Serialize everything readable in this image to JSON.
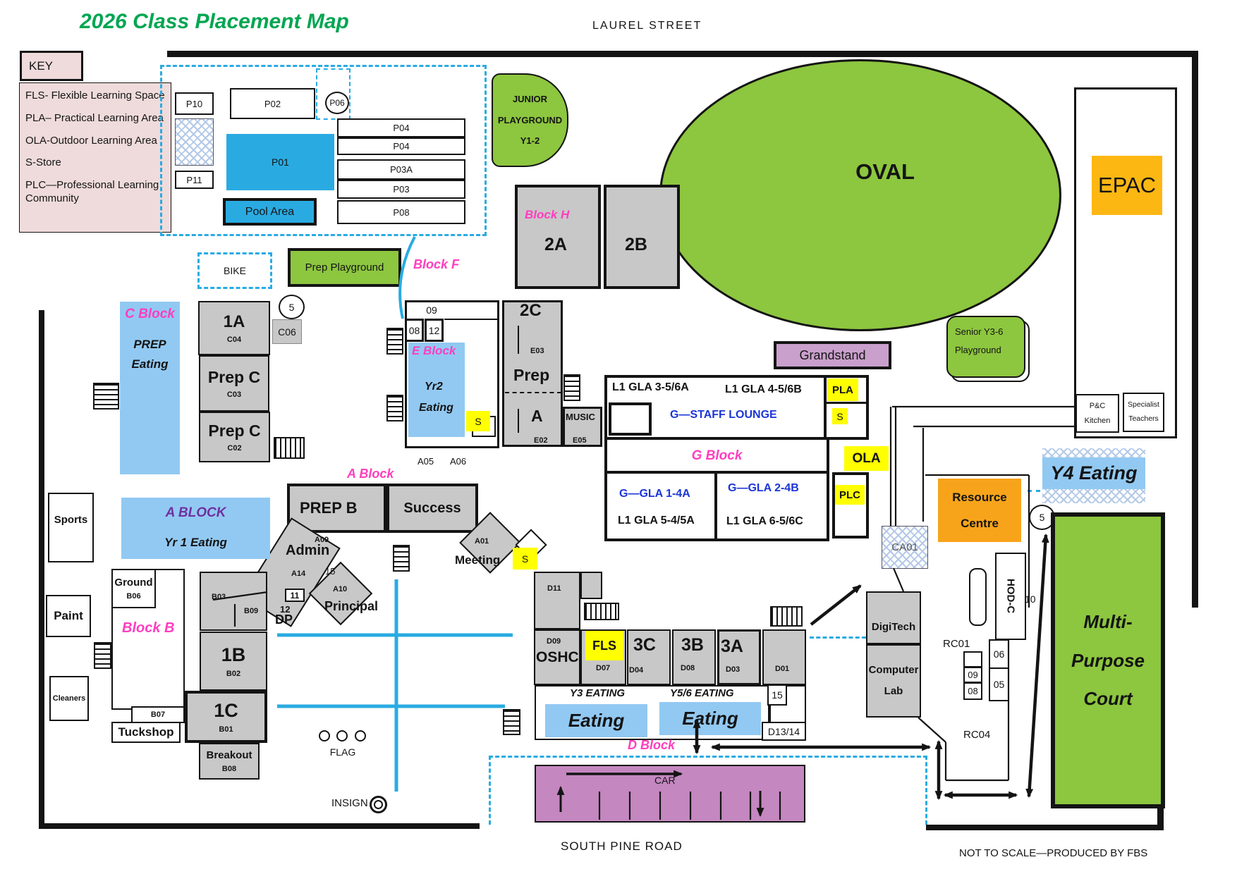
{
  "title": "2026 Class Placement  Map",
  "streets": {
    "laurel": "LAUREL STREET",
    "south_pine": "SOUTH PINE ROAD"
  },
  "footer": "NOT TO SCALE—PRODUCED BY FBS",
  "key": {
    "heading": "KEY",
    "items": [
      "FLS- Flexible Learning Space",
      "PLA– Practical Learning Area",
      "OLA-Outdoor Learning Area",
      "S-Store",
      "PLC—Professional Learning Community"
    ]
  },
  "pool": {
    "p10": "P10",
    "p02": "P02",
    "p06": "P06",
    "p01": "P01",
    "p11": "P11",
    "area": "Pool Area",
    "stack": [
      "P04",
      "P04",
      "P03A",
      "P03",
      "P08"
    ],
    "bike": "BIKE"
  },
  "playgrounds": {
    "junior": "JUNIOR PLAYGROUND Y1-2",
    "prep": "Prep Playground",
    "senior": "Senior Y3-6 Playground"
  },
  "oval": "OVAL",
  "epac": {
    "name": "EPAC",
    "kitchen": "P&C Kitchen",
    "specialist": "Specialist Teachers"
  },
  "block_h": {
    "name": "Block H",
    "r2a": "2A",
    "r2b": "2B"
  },
  "block_f": {
    "name": "Block F"
  },
  "block_c": {
    "name": "C Block",
    "prep": "PREP",
    "eating": "Eating",
    "r1a": "1A",
    "c04": "C04",
    "prep_c1": "Prep C",
    "c03": "C03",
    "prep_c2": "Prep C",
    "c02": "C02",
    "c06": "C06",
    "n5": "5"
  },
  "block_e": {
    "name": "E Block",
    "r09": "09",
    "r08": "08",
    "r12": "12",
    "yr2": "Yr2",
    "eating": "Eating",
    "s": "S",
    "a05": "A05",
    "a06": "A06",
    "r2c": "2C",
    "e03": "E03",
    "prep": "Prep",
    "a": "A",
    "e02": "E02",
    "music": "MUSIC",
    "e05": "E05"
  },
  "grandstand": "Grandstand",
  "block_g": {
    "name": "G Block",
    "l1_36a": "L1 GLA 3-5/6A",
    "l1_456b": "L1 GLA 4-5/6B",
    "staff_lounge": "G—STAFF LOUNGE",
    "g_14a": "G—GLA 1-4A",
    "l1_545a": "L1 GLA 5-4/5A",
    "g_24b": "G—GLA 2-4B",
    "l1_656c": "L1 GLA 6-5/6C",
    "pla": "PLA",
    "s": "S",
    "ola": "OLA",
    "plc": "PLC"
  },
  "block_a": {
    "name": "A Block",
    "eating_title": "A BLOCK",
    "eating_sub": "Yr 1 Eating",
    "prep_b": "PREP B",
    "success": "Success",
    "admin": "Admin",
    "a09": "A09",
    "a14": "A14",
    "n15": "15",
    "a10": "A10",
    "n11": "11",
    "n12": "12",
    "dp": "DP",
    "principal": "Principal",
    "meeting": "Meeting",
    "a01": "A01",
    "s": "S"
  },
  "west": {
    "sports": "Sports",
    "paint": "Paint",
    "cleaners": "Cleaners"
  },
  "block_b": {
    "name": "Block B",
    "ground": "Ground",
    "b06": "B06",
    "b03": "B03",
    "b09": "B09",
    "r1b": "1B",
    "b02": "B02",
    "r1c": "1C",
    "b01": "B01",
    "b07": "B07",
    "tuckshop": "Tuckshop",
    "breakout": "Breakout",
    "b08": "B08"
  },
  "landmarks": {
    "flag": "FLAG",
    "insign": "INSIGN"
  },
  "block_d": {
    "name": "D Block",
    "d11": "D11",
    "d09": "D09",
    "oshc": "OSHC",
    "fls": "FLS",
    "d07": "D07",
    "r3c": "3C",
    "d04": "D04",
    "r3b": "3B",
    "d08": "D08",
    "r3a": "3A",
    "d03": "D03",
    "d01": "D01",
    "n15": "15",
    "d1314": "D13/14",
    "y3": "Y3 EATING",
    "y56": "Y5/6 EATING",
    "eating1": "Eating",
    "eating2": "Eating"
  },
  "car_park": {
    "label": "CAR"
  },
  "east": {
    "ca01": "CA01",
    "digitech": "DigiTech",
    "computer_lab": "Computer Lab",
    "rc01": "RC01",
    "rc04": "RC04",
    "hod": "HOD-C",
    "n10": "10",
    "n09": "09",
    "n08": "08",
    "n06": "06",
    "n05": "05",
    "resource": "Resource Centre",
    "y4": "Y4 Eating",
    "n5": "5",
    "court": "Multi-Purpose Court"
  },
  "colors": {
    "green": "#8dc63f",
    "pool_blue": "#29abe2",
    "eating_blue": "#92c9f2",
    "yellow": "#ffff00",
    "building_gray": "#c8c8c8",
    "key_pink": "#efdbdb",
    "grandstand_purple": "#c99fcc",
    "carpark_purple": "#c487c0",
    "epac_orange": "#fdb713",
    "resource_orange": "#f8a41b",
    "block_label_pink": "#ff3ebf",
    "room_label_blue": "#1b35d6",
    "title_green": "#00a651"
  }
}
